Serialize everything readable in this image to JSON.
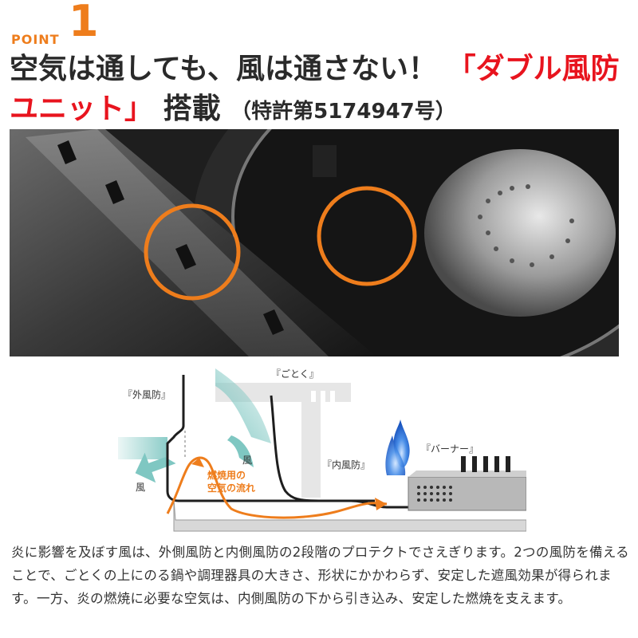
{
  "point": {
    "word": "POINT",
    "number": "1"
  },
  "headline": {
    "part1": "空気は通しても、風は通さない！",
    "part2": "「ダブル風防ユニット」",
    "part3": "搭載",
    "patent": "（特許第5174947号）"
  },
  "diagram": {
    "outer_windshield": "『外風防』",
    "gotoku": "『ごとく』",
    "inner_windshield": "『内風防』",
    "burner": "『バーナー』",
    "wind_left": "風",
    "wind_right": "風",
    "airflow_line1": "燃焼用の",
    "airflow_line2": "空気の流れ"
  },
  "description": "炎に影響を及ぼす風は、外側風防と内側風防の2段階のプロテクトでさえぎります。2つの風防を備えることで、ごとくの上にのる鍋や調理器具の大きさ、形状にかかわらず、安定した遮風効果が得られます。一方、炎の燃焼に必要な空気は、内側風防の下から引き込み、安定した燃焼を支えます。",
  "colors": {
    "accent_orange": "#ee7d1c",
    "accent_red": "#e8141e",
    "wind_teal": "#7fc7c2",
    "flame_blue": "#2a6fd6"
  }
}
